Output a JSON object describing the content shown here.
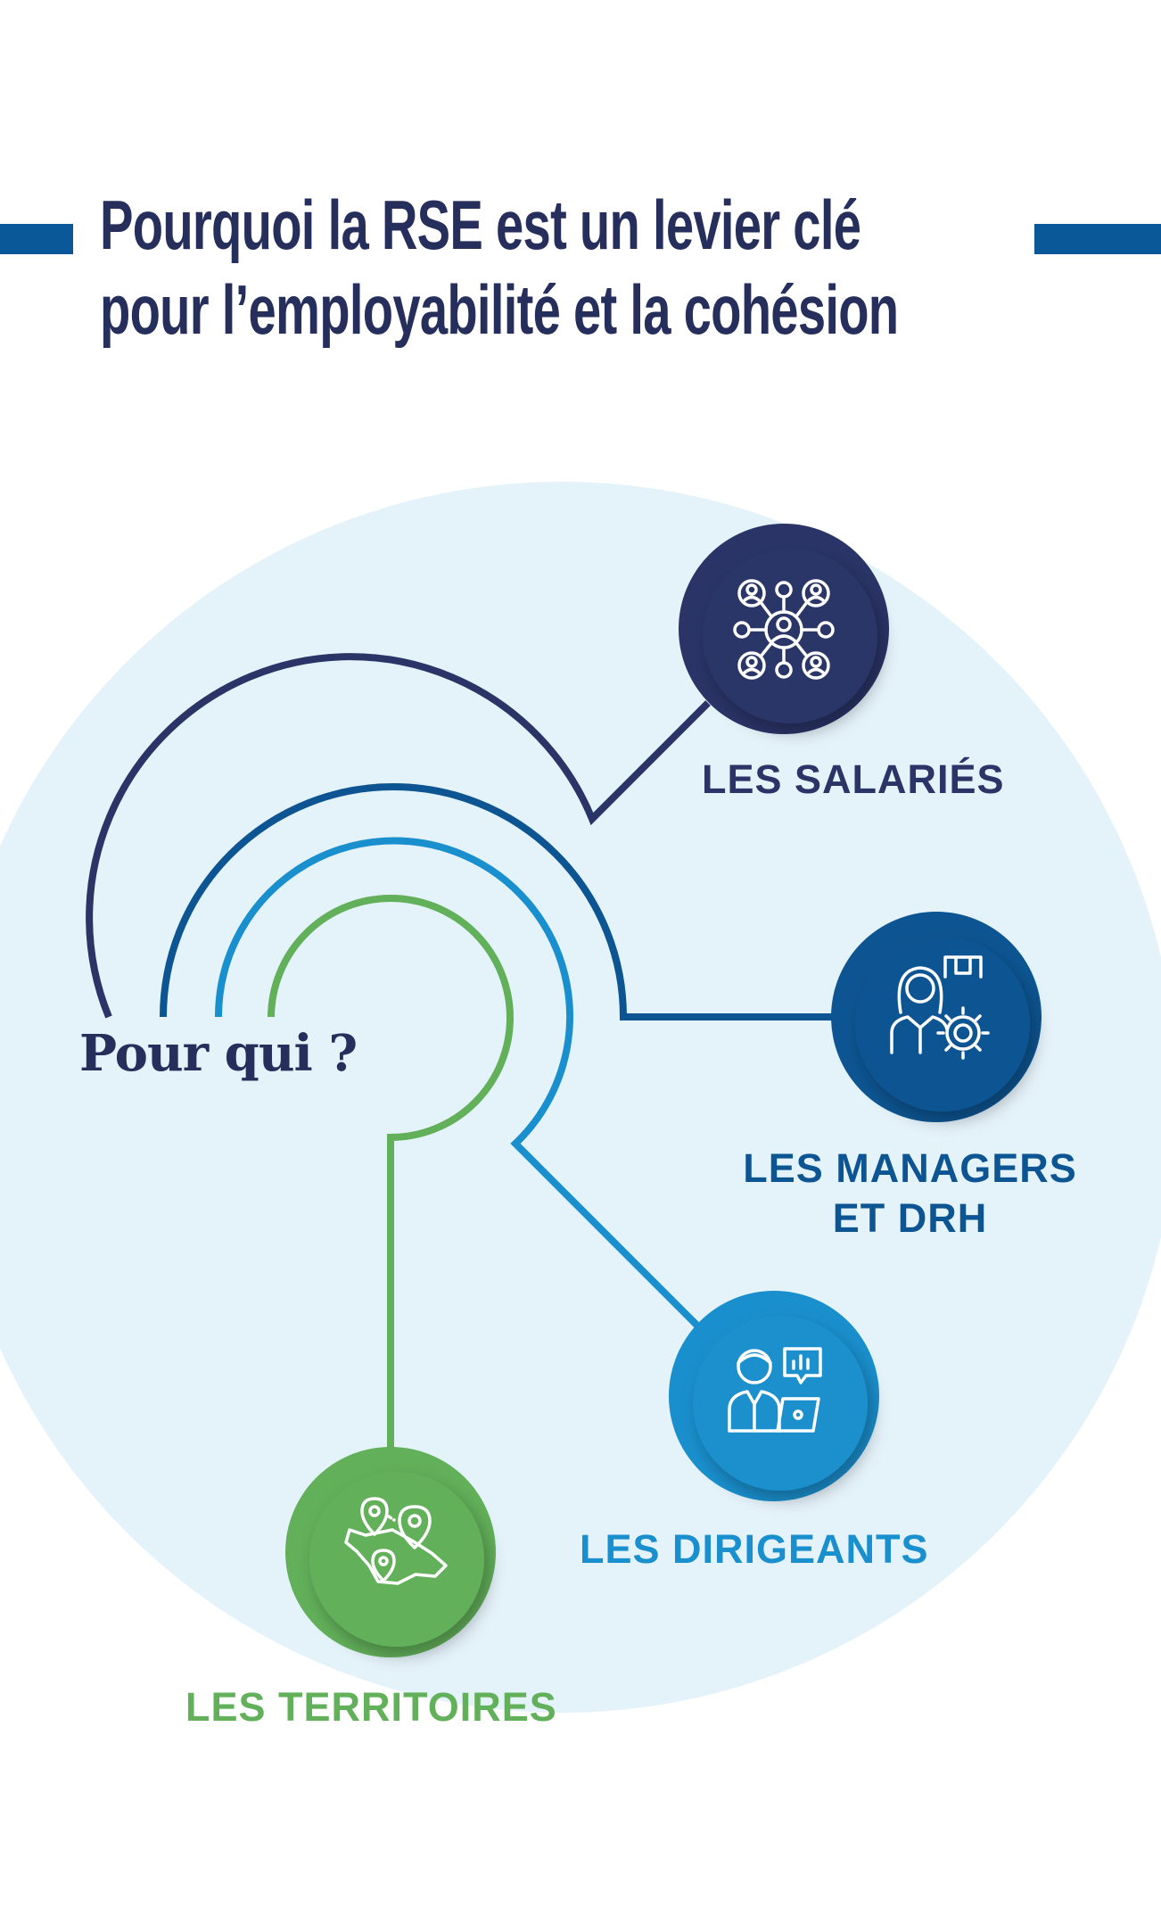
{
  "title": {
    "line1": "Pourquoi la RSE est un levier clé",
    "line2": "pour l’employabilité et la cohésion"
  },
  "center_label": "Pour qui ?",
  "audiences": [
    {
      "label_line1": "LES SALARIÉS",
      "label_line2": "",
      "color": "#2a3467",
      "icon": "network-people-icon"
    },
    {
      "label_line1": "LES MANAGERS",
      "label_line2": "ET DRH",
      "color": "#0d5592",
      "icon": "manager-gear-icon"
    },
    {
      "label_line1": "LES DIRIGEANTS",
      "label_line2": "",
      "color": "#1a8fcd",
      "icon": "executive-chart-icon"
    },
    {
      "label_line1": "LES TERRITOIRES",
      "label_line2": "",
      "color": "#62b05a",
      "icon": "map-pins-icon"
    }
  ],
  "colors": {
    "title": "#262e5c",
    "accent_bar": "#0b5898",
    "background_circle": "#e4f2fa"
  }
}
